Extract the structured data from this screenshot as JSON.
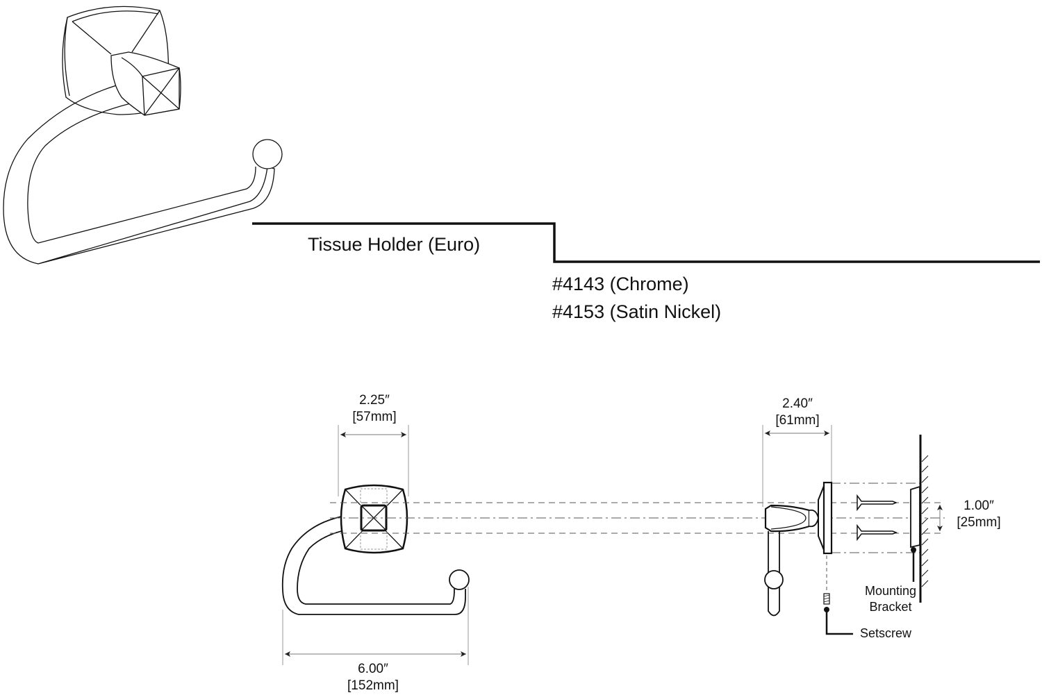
{
  "product": {
    "title": "Tissue Holder (Euro)",
    "models": [
      "#4143 (Chrome)",
      "#4153 (Satin Nickel)"
    ]
  },
  "dimensions": {
    "backplate_width": {
      "imperial": "2.25″",
      "metric": "[57mm]"
    },
    "overall_width": {
      "imperial": "6.00″",
      "metric": "[152mm]"
    },
    "projection": {
      "imperial": "2.40″",
      "metric": "[61mm]"
    },
    "screw_spacing": {
      "imperial": "1.00″",
      "metric": "[25mm]"
    }
  },
  "callouts": {
    "mounting_bracket": [
      "Mounting",
      "Bracket"
    ],
    "setscrew": "Setscrew"
  },
  "colors": {
    "line": "#111111",
    "dimension_line": "#888888",
    "background": "#ffffff"
  }
}
